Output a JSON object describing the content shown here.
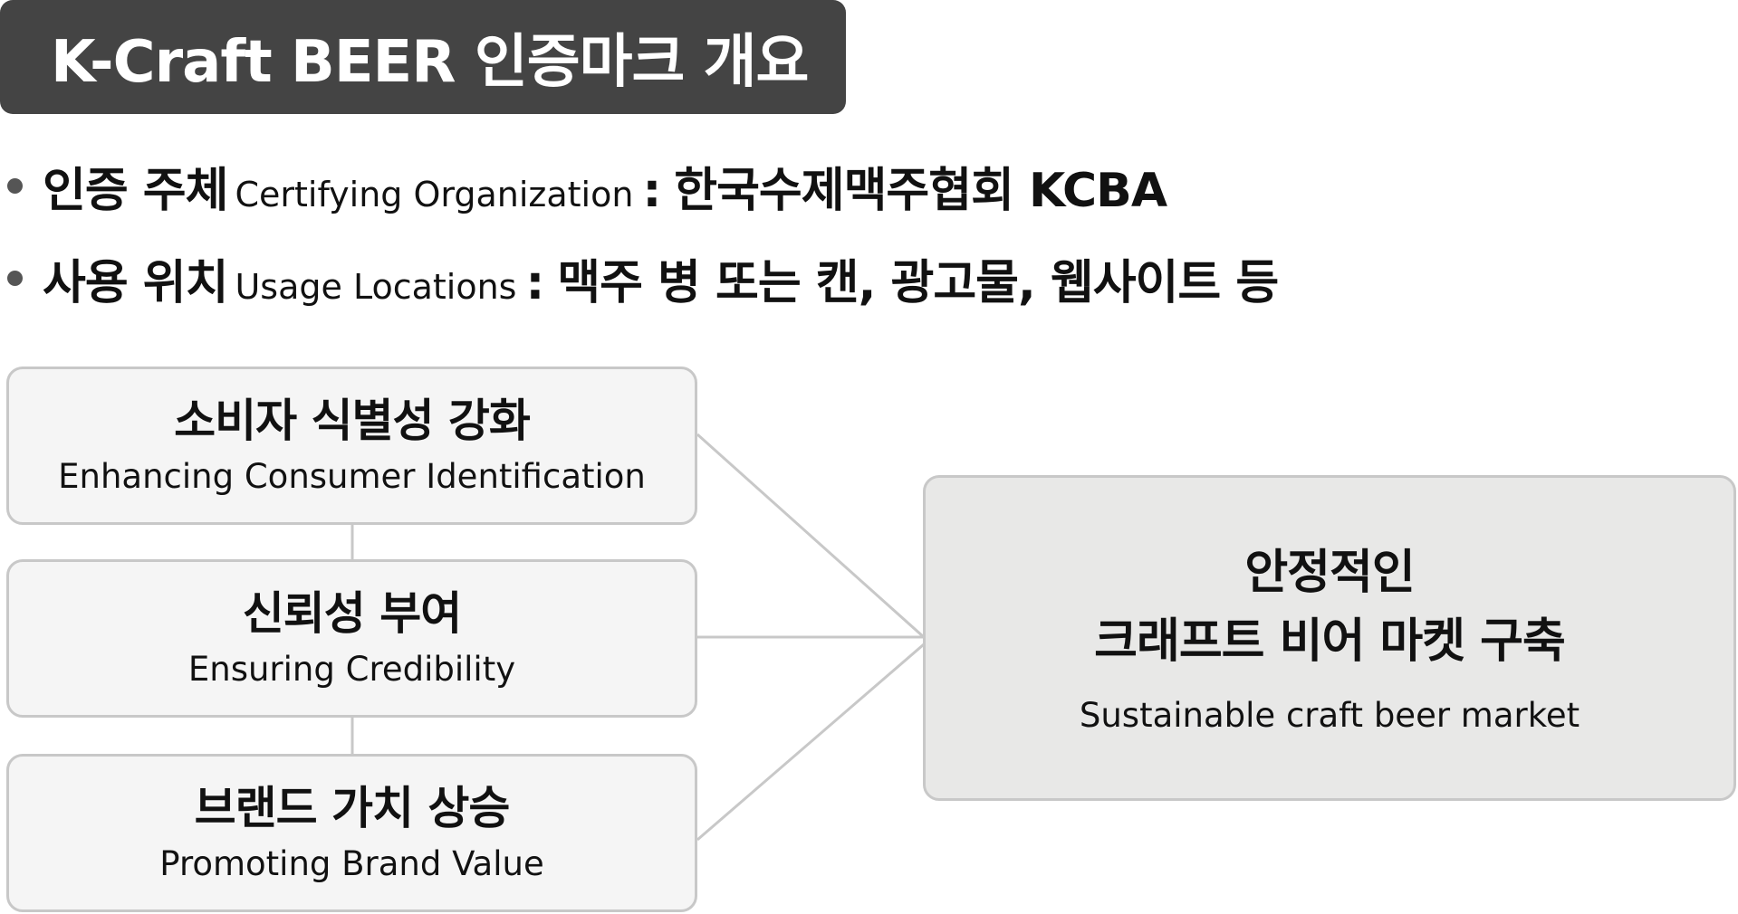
{
  "title": "K-Craft BEER 인증마크 개요",
  "info": [
    {
      "label_ko": "인증 주체",
      "label_en": "Certifying Organization",
      "colon": ":",
      "value": "한국수제맥주협회 KCBA"
    },
    {
      "label_ko": "사용 위치",
      "label_en": "Usage Locations",
      "colon": ":",
      "value": "맥주 병 또는 캔, 광고물, 웹사이트 등"
    }
  ],
  "boxes": [
    {
      "ko": "소비자 식별성 강화",
      "en": "Enhancing Consumer Identification"
    },
    {
      "ko": "신뢰성 부여",
      "en": "Ensuring Credibility"
    },
    {
      "ko": "브랜드 가치 상승",
      "en": "Promoting Brand Value"
    }
  ],
  "result": {
    "ko_line1": "안정적인",
    "ko_line2": "크래프트 비어 마켓 구축",
    "en": "Sustainable craft beer market"
  },
  "colors": {
    "title_bg": "#444444",
    "box_bg": "#f5f5f5",
    "result_bg": "#e8e8e7",
    "border": "#c8c8c8",
    "line": "#c8c8c8"
  }
}
